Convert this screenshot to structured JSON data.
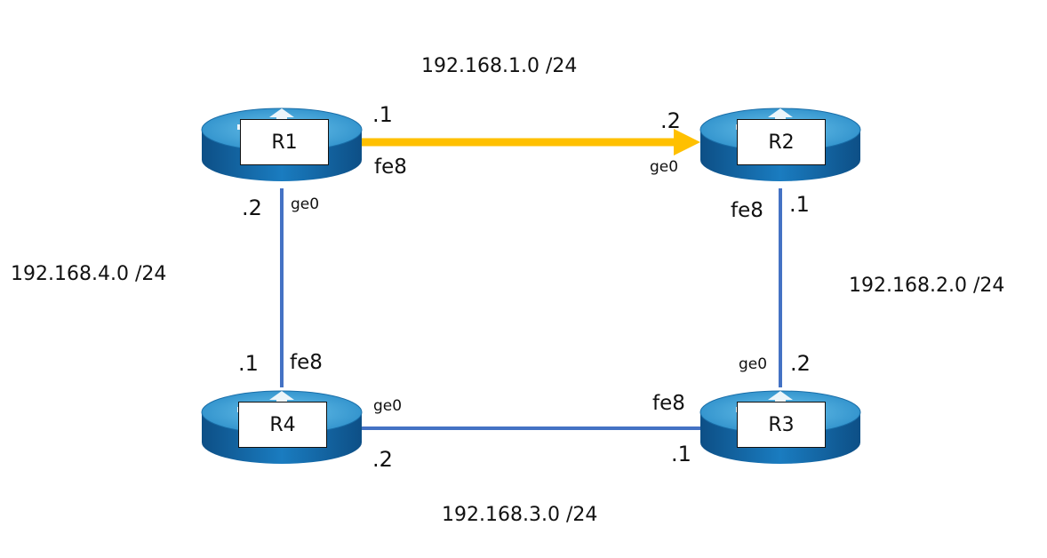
{
  "colors": {
    "link": "#4472c4",
    "highlight_link": "#ffc000",
    "router_top": "#3aa5d8",
    "router_body": "#1366a8"
  },
  "routers": [
    {
      "id": "R1",
      "label": "R1"
    },
    {
      "id": "R2",
      "label": "R2"
    },
    {
      "id": "R3",
      "label": "R3"
    },
    {
      "id": "R4",
      "label": "R4"
    }
  ],
  "networks": {
    "r1_r2": "192.168.1.0 /24",
    "r2_r3": "192.168.2.0 /24",
    "r3_r4": "192.168.3.0 /24",
    "r4_r1": "192.168.4.0 /24"
  },
  "interfaces": {
    "r1_fe8": {
      "name": "fe8",
      "host": ".1"
    },
    "r1_ge0": {
      "name": "ge0",
      "host": ".2"
    },
    "r2_ge0": {
      "name": "ge0",
      "host": ".2"
    },
    "r2_fe8": {
      "name": "fe8",
      "host": ".1"
    },
    "r3_ge0": {
      "name": "ge0",
      "host": ".2"
    },
    "r3_fe8": {
      "name": "fe8",
      "host": ".1"
    },
    "r4_fe8": {
      "name": "fe8",
      "host": ".1"
    },
    "r4_ge0": {
      "name": "ge0",
      "host": ".2"
    }
  }
}
